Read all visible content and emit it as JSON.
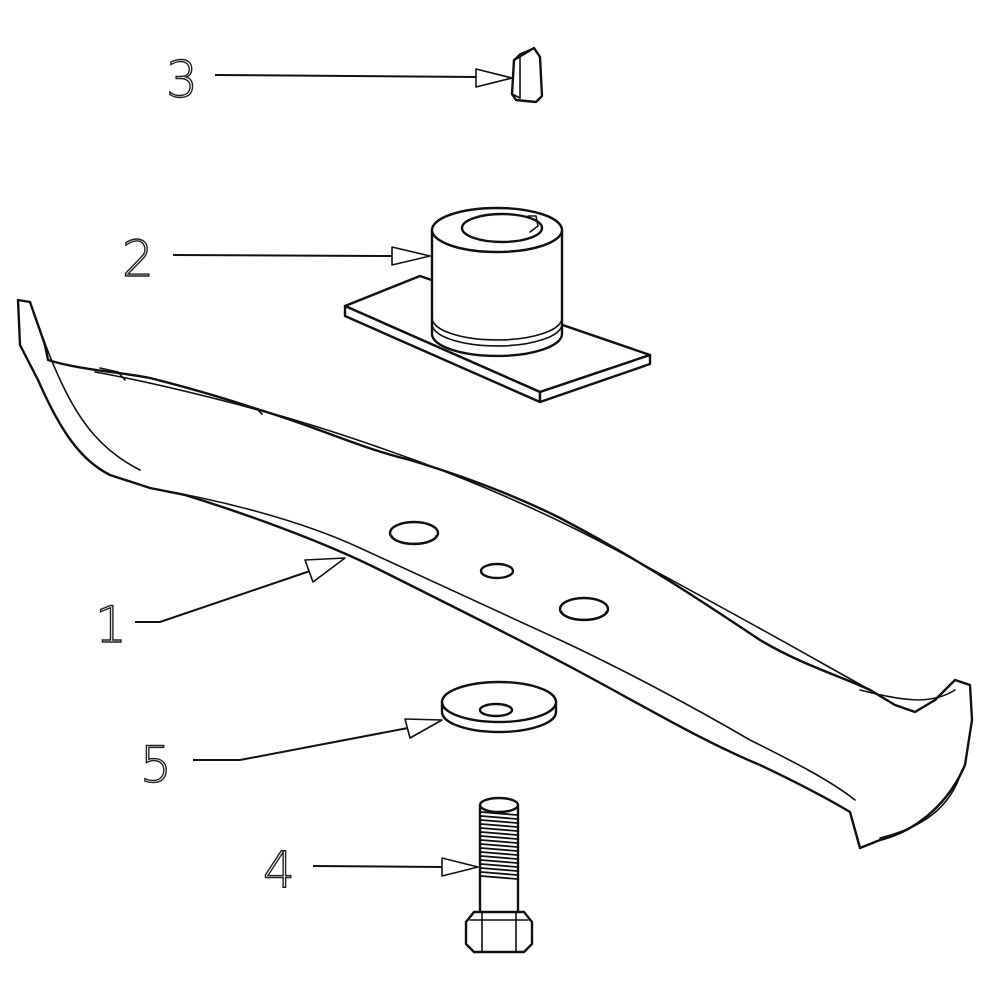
{
  "callouts": [
    {
      "label": "1",
      "part": "blade"
    },
    {
      "label": "2",
      "part": "blade-adapter"
    },
    {
      "label": "3",
      "part": "key"
    },
    {
      "label": "4",
      "part": "bolt"
    },
    {
      "label": "5",
      "part": "washer"
    }
  ],
  "colors": {
    "line": "#111111",
    "background": "#ffffff"
  }
}
